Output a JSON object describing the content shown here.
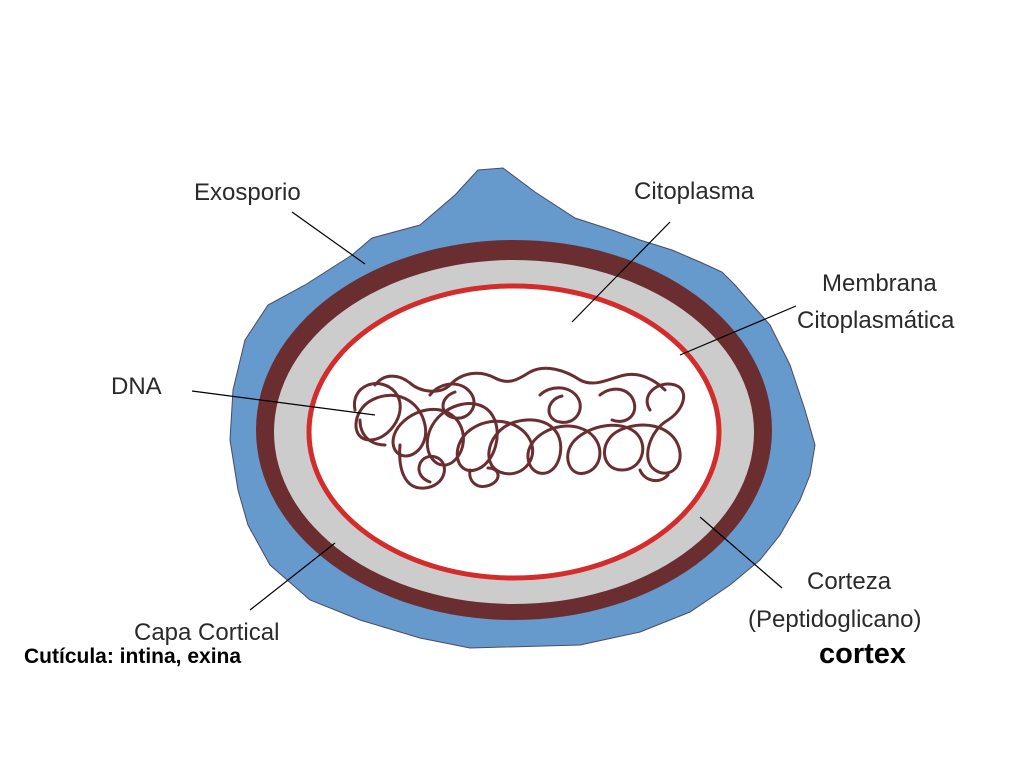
{
  "labels": {
    "exosporio": "Exosporio",
    "citoplasma": "Citoplasma",
    "membrana_line1": "Membrana",
    "membrana_line2": "Citoplasmática",
    "dna": "DNA",
    "corteza_line1": "Corteza",
    "corteza_line2": "(Peptidoglicano)",
    "capa_cortical": "Capa Cortical"
  },
  "captions": {
    "left": "Cutícula: intina, exina",
    "right": "cortex"
  },
  "colors": {
    "exosporium": "#6699cc",
    "capa_cortical": "#6b2e30",
    "corteza": "#cccccc",
    "membrane": "#d42b2b",
    "cytoplasm": "#ffffff",
    "dna": "#6b2e30",
    "leader_lines": "#000000"
  }
}
